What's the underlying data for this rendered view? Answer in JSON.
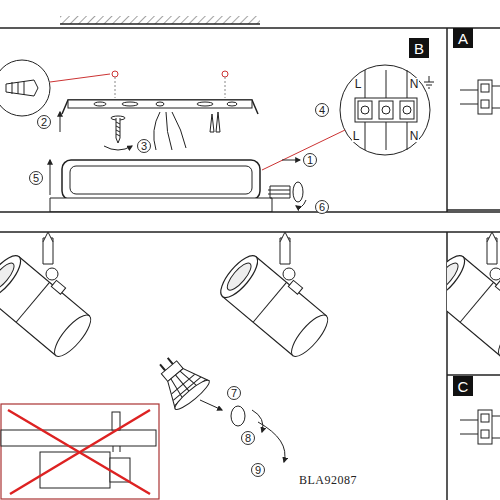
{
  "diagram": {
    "labels": [
      "B",
      "A",
      "C",
      "L",
      "N",
      "L",
      "N",
      "1",
      "2",
      "3",
      "4",
      "5",
      "6",
      "7",
      "8",
      "9",
      "BLA92087"
    ]
  }
}
